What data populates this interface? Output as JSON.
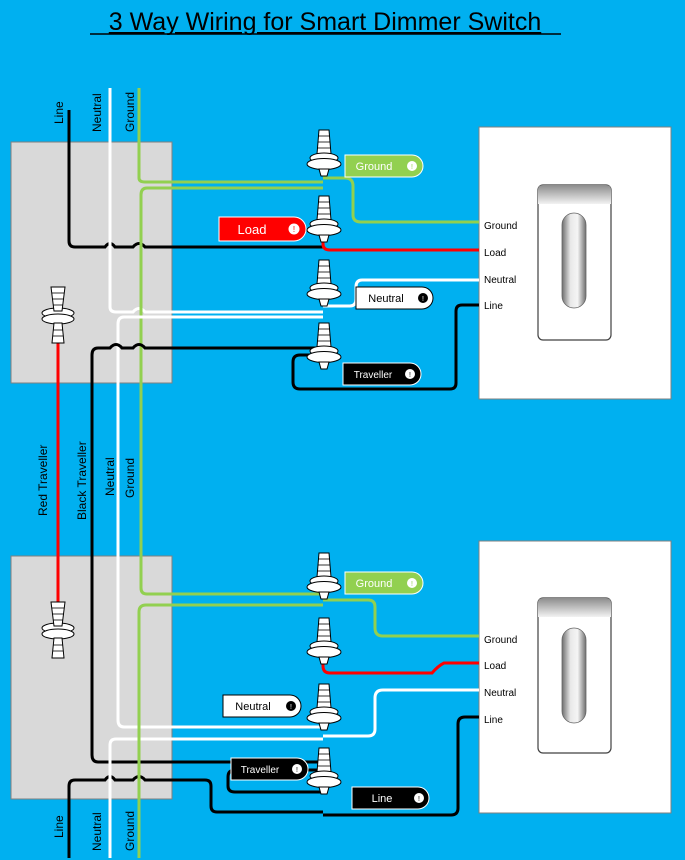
{
  "title": "3 Way Wiring for Smart Dimmer Switch",
  "colors": {
    "background": "#00b0f0",
    "box": "#d9d9d9",
    "ground": "#92d050",
    "load": "#ff0000",
    "neutral": "#ffffff",
    "line": "#000000",
    "traveller": "#000000",
    "red_traveller": "#ff0000"
  },
  "top": {
    "wire_labels": {
      "line": "Line",
      "neutral": "Neutral",
      "ground": "Ground"
    },
    "tags": {
      "ground": "Ground",
      "load": "Load",
      "neutral": "Neutral",
      "traveller": "Traveller"
    },
    "terminals": {
      "ground": "Ground",
      "load": "Load",
      "neutral": "Neutral",
      "line": "Line"
    }
  },
  "middle": {
    "wire_labels": {
      "red_traveller": "Red Traveller",
      "black_traveller": "Black Traveller",
      "neutral": "Neutral",
      "ground": "Ground"
    }
  },
  "bottom": {
    "wire_labels": {
      "line": "Line",
      "neutral": "Neutral",
      "ground": "Ground"
    },
    "tags": {
      "ground": "Ground",
      "neutral": "Neutral",
      "traveller": "Traveller",
      "line": "Line"
    },
    "terminals": {
      "ground": "Ground",
      "load": "Load",
      "neutral": "Neutral",
      "line": "Line"
    }
  }
}
